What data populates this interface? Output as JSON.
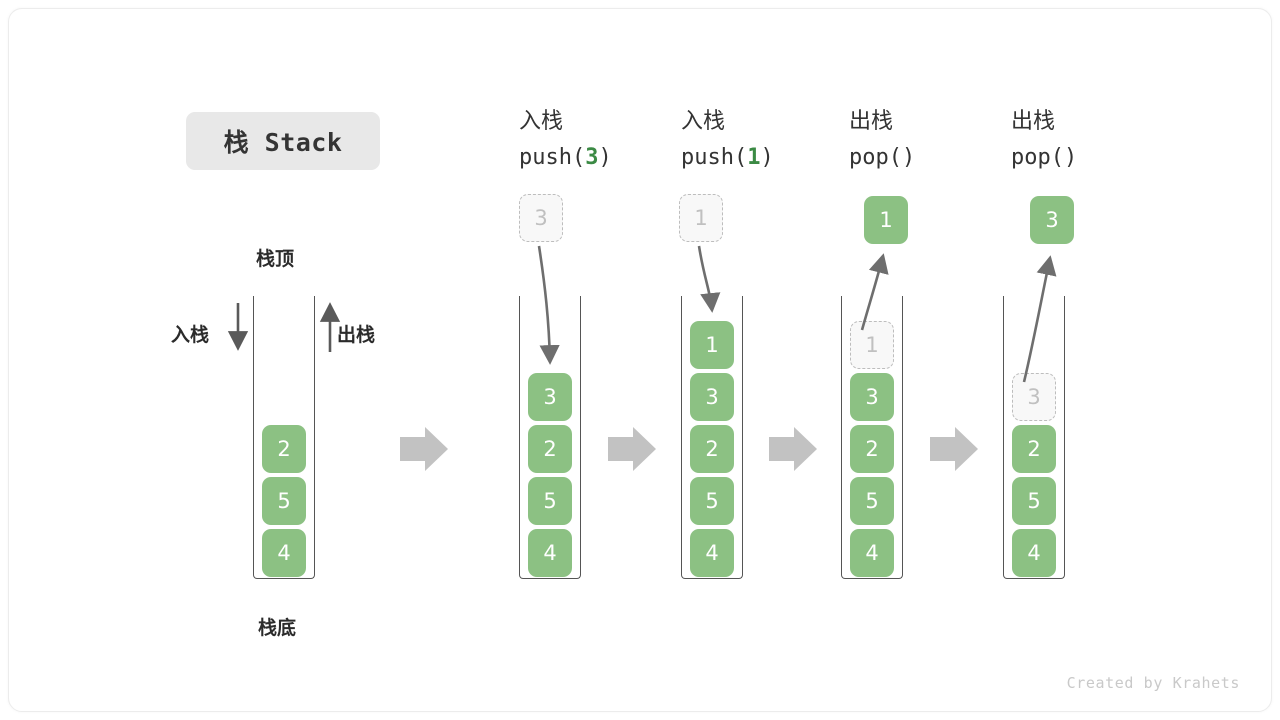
{
  "title": {
    "label": "栈 Stack"
  },
  "left_stack": {
    "top_label": "栈顶",
    "bottom_label": "栈底",
    "push_label": "入栈",
    "pop_label": "出栈",
    "cells": [
      "2",
      "5",
      "4"
    ]
  },
  "colors": {
    "cell_green": "#8cc183",
    "accent_green": "#3b8a44",
    "ghost_border": "#bdbdbd",
    "ghost_fill": "#f8f8f8",
    "ghost_text": "#c0c0c0",
    "arrow_gray": "#6e6e6e",
    "step_arrow_gray": "#c2c2c2",
    "container_stroke": "#555555",
    "pill_bg": "#e8e8e8"
  },
  "steps": [
    {
      "cn": "入栈",
      "code_prefix": "push(",
      "code_arg": "3",
      "code_suffix": ")",
      "incoming": "3",
      "popped": null,
      "cells": [
        "3",
        "2",
        "5",
        "4"
      ],
      "ghost_index": null
    },
    {
      "cn": "入栈",
      "code_prefix": "push(",
      "code_arg": "1",
      "code_suffix": ")",
      "incoming": "1",
      "popped": null,
      "cells": [
        "1",
        "3",
        "2",
        "5",
        "4"
      ],
      "ghost_index": null
    },
    {
      "cn": "出栈",
      "code_prefix": "pop(",
      "code_arg": "",
      "code_suffix": ")",
      "incoming": null,
      "popped": "1",
      "cells": [
        "1",
        "3",
        "2",
        "5",
        "4"
      ],
      "ghost_index": 0
    },
    {
      "cn": "出栈",
      "code_prefix": "pop(",
      "code_arg": "",
      "code_suffix": ")",
      "incoming": null,
      "popped": "3",
      "cells": [
        "3",
        "2",
        "5",
        "4"
      ],
      "ghost_index": 0
    }
  ],
  "footer": {
    "credit": "Created by Krahets"
  }
}
